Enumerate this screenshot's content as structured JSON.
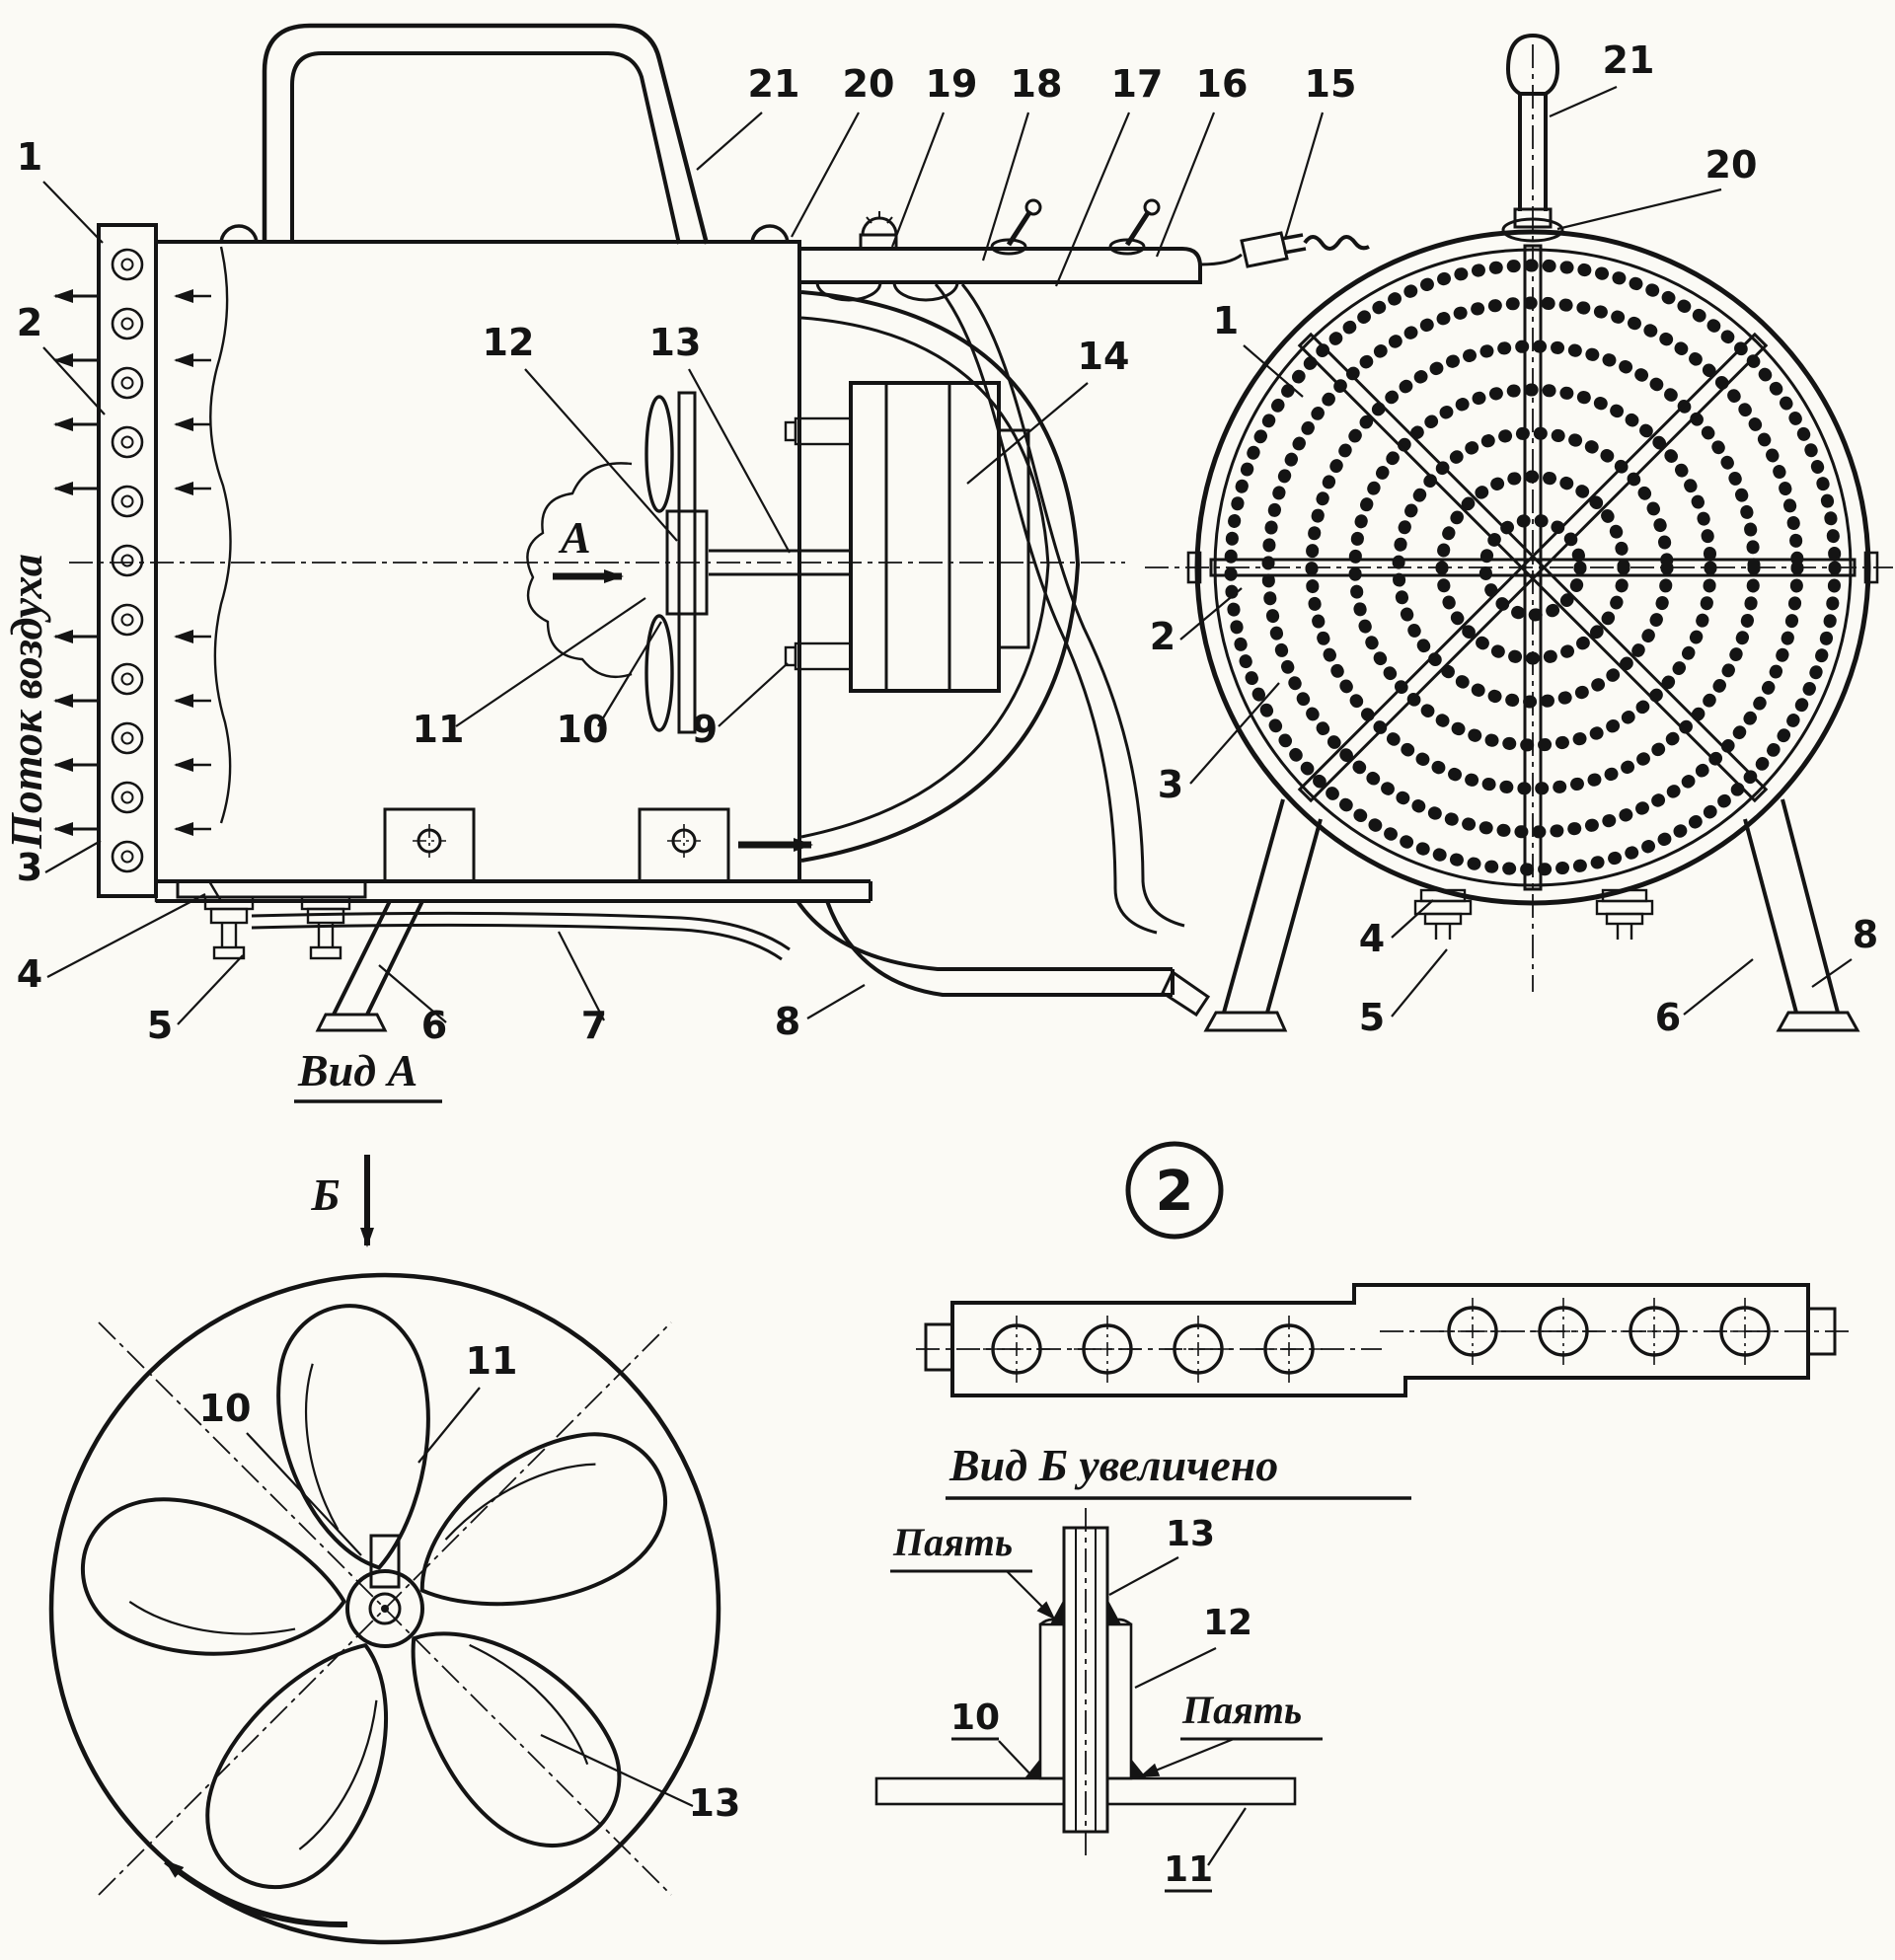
{
  "drawing": {
    "labels": {
      "air_flow": "Поток воздуха",
      "section_arrow": "А",
      "view_b_arrow": "Б",
      "view_a_title": "Вид А",
      "view_b_title": "Вид Б увеличено",
      "solder_label_1": "Паять",
      "solder_label_2": "Паять",
      "part_balloon": "2"
    },
    "side_view_callouts": [
      "1",
      "2",
      "3",
      "4",
      "5",
      "6",
      "7",
      "8",
      "9",
      "10",
      "11",
      "12",
      "13",
      "14",
      "15",
      "16",
      "17",
      "18",
      "19",
      "20",
      "21"
    ],
    "front_view_callouts": [
      "1",
      "2",
      "3",
      "4",
      "5",
      "6",
      "8",
      "20",
      "21"
    ],
    "fan_view_callouts": [
      "10",
      "11",
      "13"
    ],
    "solder_detail_callouts": [
      "13",
      "12",
      "10",
      "11"
    ]
  }
}
